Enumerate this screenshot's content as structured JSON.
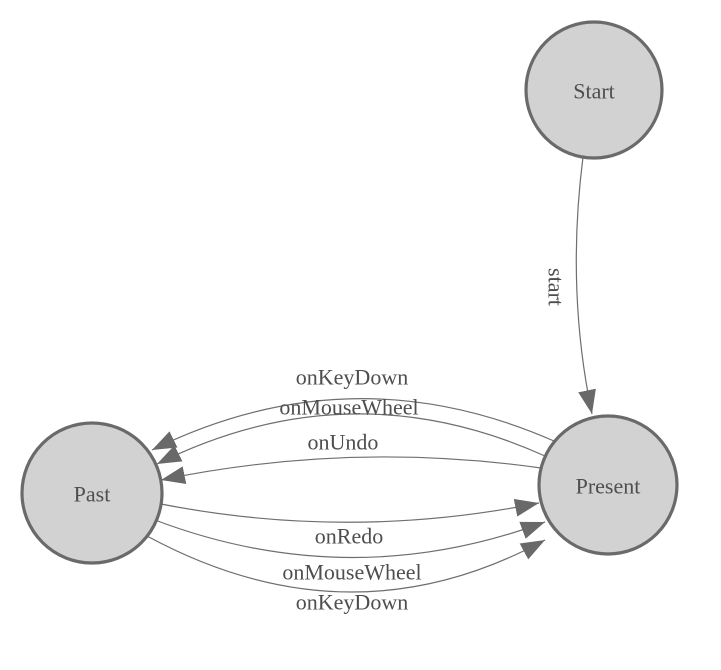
{
  "diagram": {
    "type": "state-machine",
    "background_color": "#ffffff",
    "colors": {
      "node_fill": "#d2d2d2",
      "node_border": "#6a6a6a",
      "edge_line": "#6e6e6e",
      "arrowhead": "#696969",
      "text": "#4e4e4e"
    },
    "nodes": [
      {
        "id": "start",
        "label": "Start"
      },
      {
        "id": "present",
        "label": "Present"
      },
      {
        "id": "past",
        "label": "Past"
      }
    ],
    "edges": [
      {
        "from": "start",
        "to": "present",
        "label": "start"
      },
      {
        "from": "present",
        "to": "past",
        "label": "onKeyDown"
      },
      {
        "from": "present",
        "to": "past",
        "label": "onMouseWheel"
      },
      {
        "from": "present",
        "to": "past",
        "label": "onUndo"
      },
      {
        "from": "past",
        "to": "present",
        "label": "onRedo"
      },
      {
        "from": "past",
        "to": "present",
        "label": "onMouseWheel"
      },
      {
        "from": "past",
        "to": "present",
        "label": "onKeyDown"
      }
    ]
  }
}
